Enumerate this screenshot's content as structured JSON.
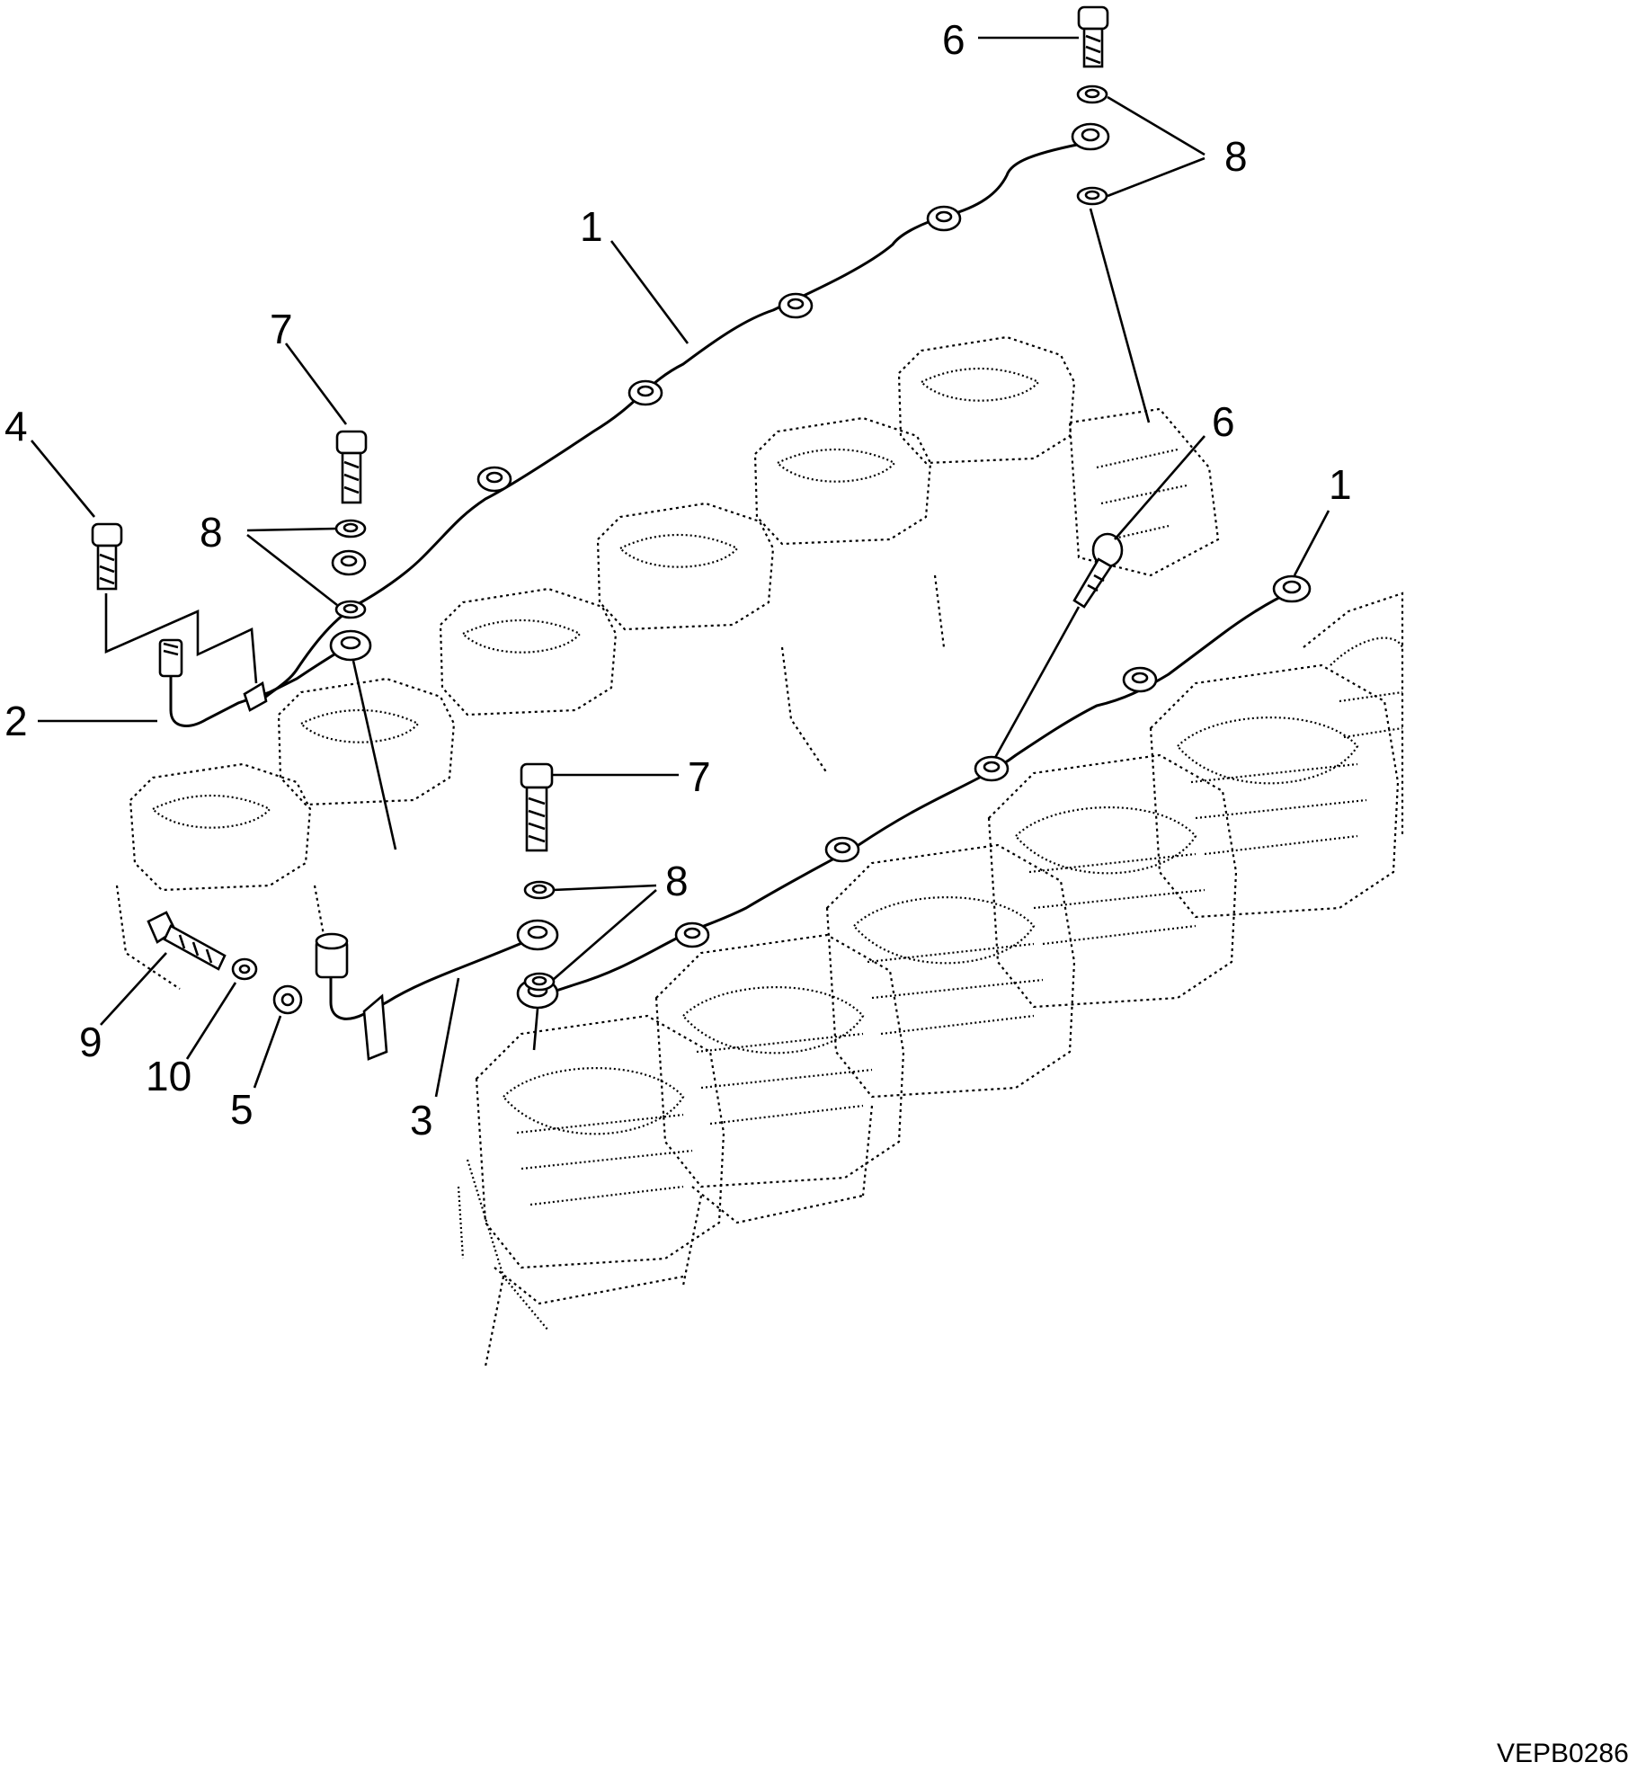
{
  "callouts": [
    {
      "id": "c6-top",
      "label": "6"
    },
    {
      "id": "c8-top",
      "label": "8"
    },
    {
      "id": "c1-top",
      "label": "1"
    },
    {
      "id": "c7-upper",
      "label": "7"
    },
    {
      "id": "c4",
      "label": "4"
    },
    {
      "id": "c8-upper",
      "label": "8"
    },
    {
      "id": "c2",
      "label": "2"
    },
    {
      "id": "c6-mid",
      "label": "6"
    },
    {
      "id": "c1-right",
      "label": "1"
    },
    {
      "id": "c7-lower",
      "label": "7"
    },
    {
      "id": "c8-lower",
      "label": "8"
    },
    {
      "id": "c9",
      "label": "9"
    },
    {
      "id": "c10",
      "label": "10"
    },
    {
      "id": "c5",
      "label": "5"
    },
    {
      "id": "c3",
      "label": "3"
    }
  ],
  "figure_code": "VEPB0286"
}
